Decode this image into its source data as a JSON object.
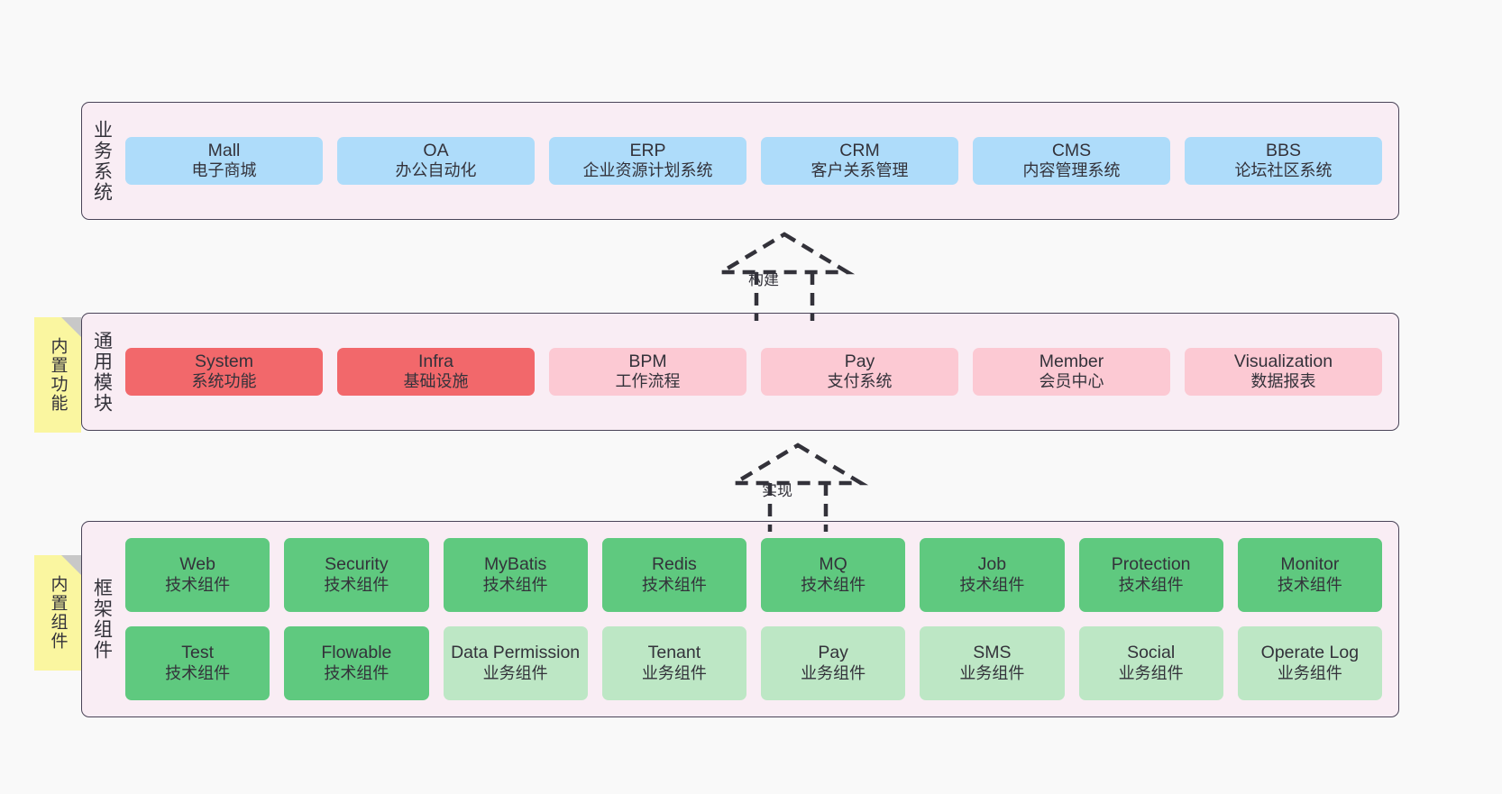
{
  "diagram": {
    "background_color": "#F9F9F9",
    "container_bg": "#F9EDF4",
    "container_border": "#4A4458"
  },
  "layers": [
    {
      "id": "business-systems",
      "label": "业务系统",
      "note": null,
      "rows": [
        {
          "style": "c-blue",
          "cells": [
            {
              "title": "Mall",
              "subtitle": "电子商城"
            },
            {
              "title": "OA",
              "subtitle": "办公自动化"
            },
            {
              "title": "ERP",
              "subtitle": "企业资源计划系统"
            },
            {
              "title": "CRM",
              "subtitle": "客户关系管理"
            },
            {
              "title": "CMS",
              "subtitle": "内容管理系统"
            },
            {
              "title": "BBS",
              "subtitle": "论坛社区系统"
            }
          ]
        }
      ]
    },
    {
      "id": "common-modules",
      "label": "通用模块",
      "note": "内置功能",
      "rows": [
        {
          "style": "mixed",
          "cells": [
            {
              "title": "System",
              "subtitle": "系统功能",
              "color": "c-red"
            },
            {
              "title": "Infra",
              "subtitle": "基础设施",
              "color": "c-red"
            },
            {
              "title": "BPM",
              "subtitle": "工作流程",
              "color": "c-pink"
            },
            {
              "title": "Pay",
              "subtitle": "支付系统",
              "color": "c-pink"
            },
            {
              "title": "Member",
              "subtitle": "会员中心",
              "color": "c-pink"
            },
            {
              "title": "Visualization",
              "subtitle": "数据报表",
              "color": "c-pink"
            }
          ]
        }
      ]
    },
    {
      "id": "framework-components",
      "label": "框架组件",
      "note": "内置组件",
      "rows": [
        {
          "style": "c-green",
          "cells": [
            {
              "title": "Web",
              "subtitle": "技术组件"
            },
            {
              "title": "Security",
              "subtitle": "技术组件"
            },
            {
              "title": "MyBatis",
              "subtitle": "技术组件"
            },
            {
              "title": "Redis",
              "subtitle": "技术组件"
            },
            {
              "title": "MQ",
              "subtitle": "技术组件"
            },
            {
              "title": "Job",
              "subtitle": "技术组件"
            },
            {
              "title": "Protection",
              "subtitle": "技术组件"
            },
            {
              "title": "Monitor",
              "subtitle": "技术组件"
            }
          ]
        },
        {
          "style": "mixed",
          "cells": [
            {
              "title": "Test",
              "subtitle": "技术组件",
              "color": "c-green"
            },
            {
              "title": "Flowable",
              "subtitle": "技术组件",
              "color": "c-green"
            },
            {
              "title": "Data Permission",
              "subtitle": "业务组件",
              "color": "c-lightgreen"
            },
            {
              "title": "Tenant",
              "subtitle": "业务组件",
              "color": "c-lightgreen"
            },
            {
              "title": "Pay",
              "subtitle": "业务组件",
              "color": "c-lightgreen"
            },
            {
              "title": "SMS",
              "subtitle": "业务组件",
              "color": "c-lightgreen"
            },
            {
              "title": "Social",
              "subtitle": "业务组件",
              "color": "c-lightgreen"
            },
            {
              "title": "Operate Log",
              "subtitle": "业务组件",
              "color": "c-lightgreen"
            }
          ]
        }
      ]
    }
  ],
  "connectors": [
    {
      "id": "build",
      "label": "构建",
      "from": "common-modules",
      "to": "business-systems",
      "style": "dashed-generalization"
    },
    {
      "id": "implement",
      "label": "实现",
      "from": "framework-components",
      "to": "common-modules",
      "style": "dashed-generalization"
    }
  ],
  "colors": {
    "blue": "#AEDCFA",
    "red": "#F2686B",
    "pink": "#FCC9D3",
    "green": "#5FC97F",
    "light_green": "#BDE7C5",
    "note_yellow": "#FAF6A0",
    "note_fold": "#C8C8C8",
    "stroke": "#33323A"
  }
}
